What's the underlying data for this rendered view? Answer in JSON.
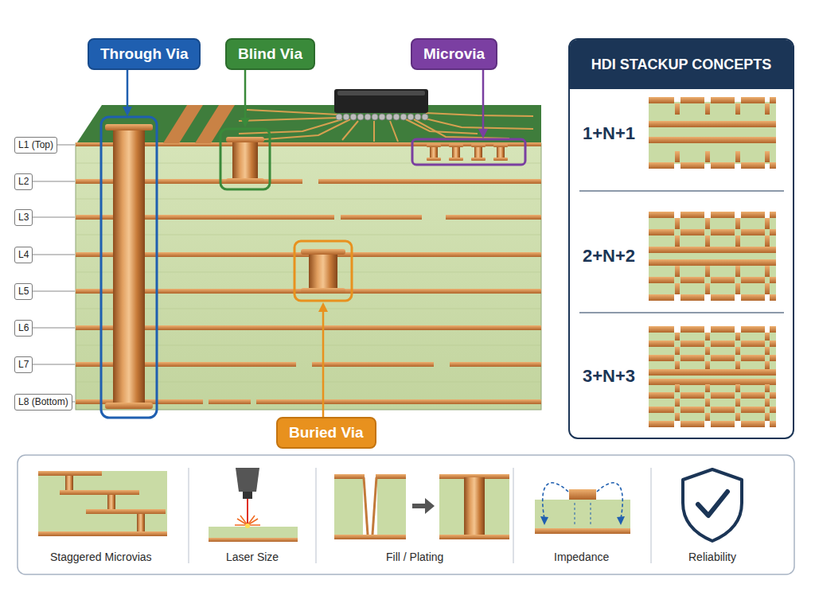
{
  "diagram": {
    "nodes": [
      {
        "text": [
          "Through Via"
        ]
      },
      {
        "text": [
          "Blind Via"
        ]
      },
      {
        "text": [
          "Microvia"
        ]
      },
      {
        "text": [
          "HDI STACKUP CONCEPTS"
        ]
      },
      {
        "text": [
          "L1 (Top)"
        ]
      },
      {
        "text": [
          "L2"
        ]
      },
      {
        "text": [
          "L3"
        ]
      },
      {
        "text": [
          "L4"
        ]
      },
      {
        "text": [
          "L5"
        ]
      },
      {
        "text": [
          "L6"
        ]
      },
      {
        "text": [
          "L7"
        ]
      },
      {
        "text": [
          "L8 (Bottom)"
        ]
      },
      {
        "text": [
          "Buried Via"
        ]
      }
    ],
    "labels": [
      "1+N+1",
      "2+N+2",
      "3+N+3",
      "Staggered Microvias",
      "Laser Size",
      "Fill / Plating",
      "Impedance",
      "Reliability"
    ]
  }
}
